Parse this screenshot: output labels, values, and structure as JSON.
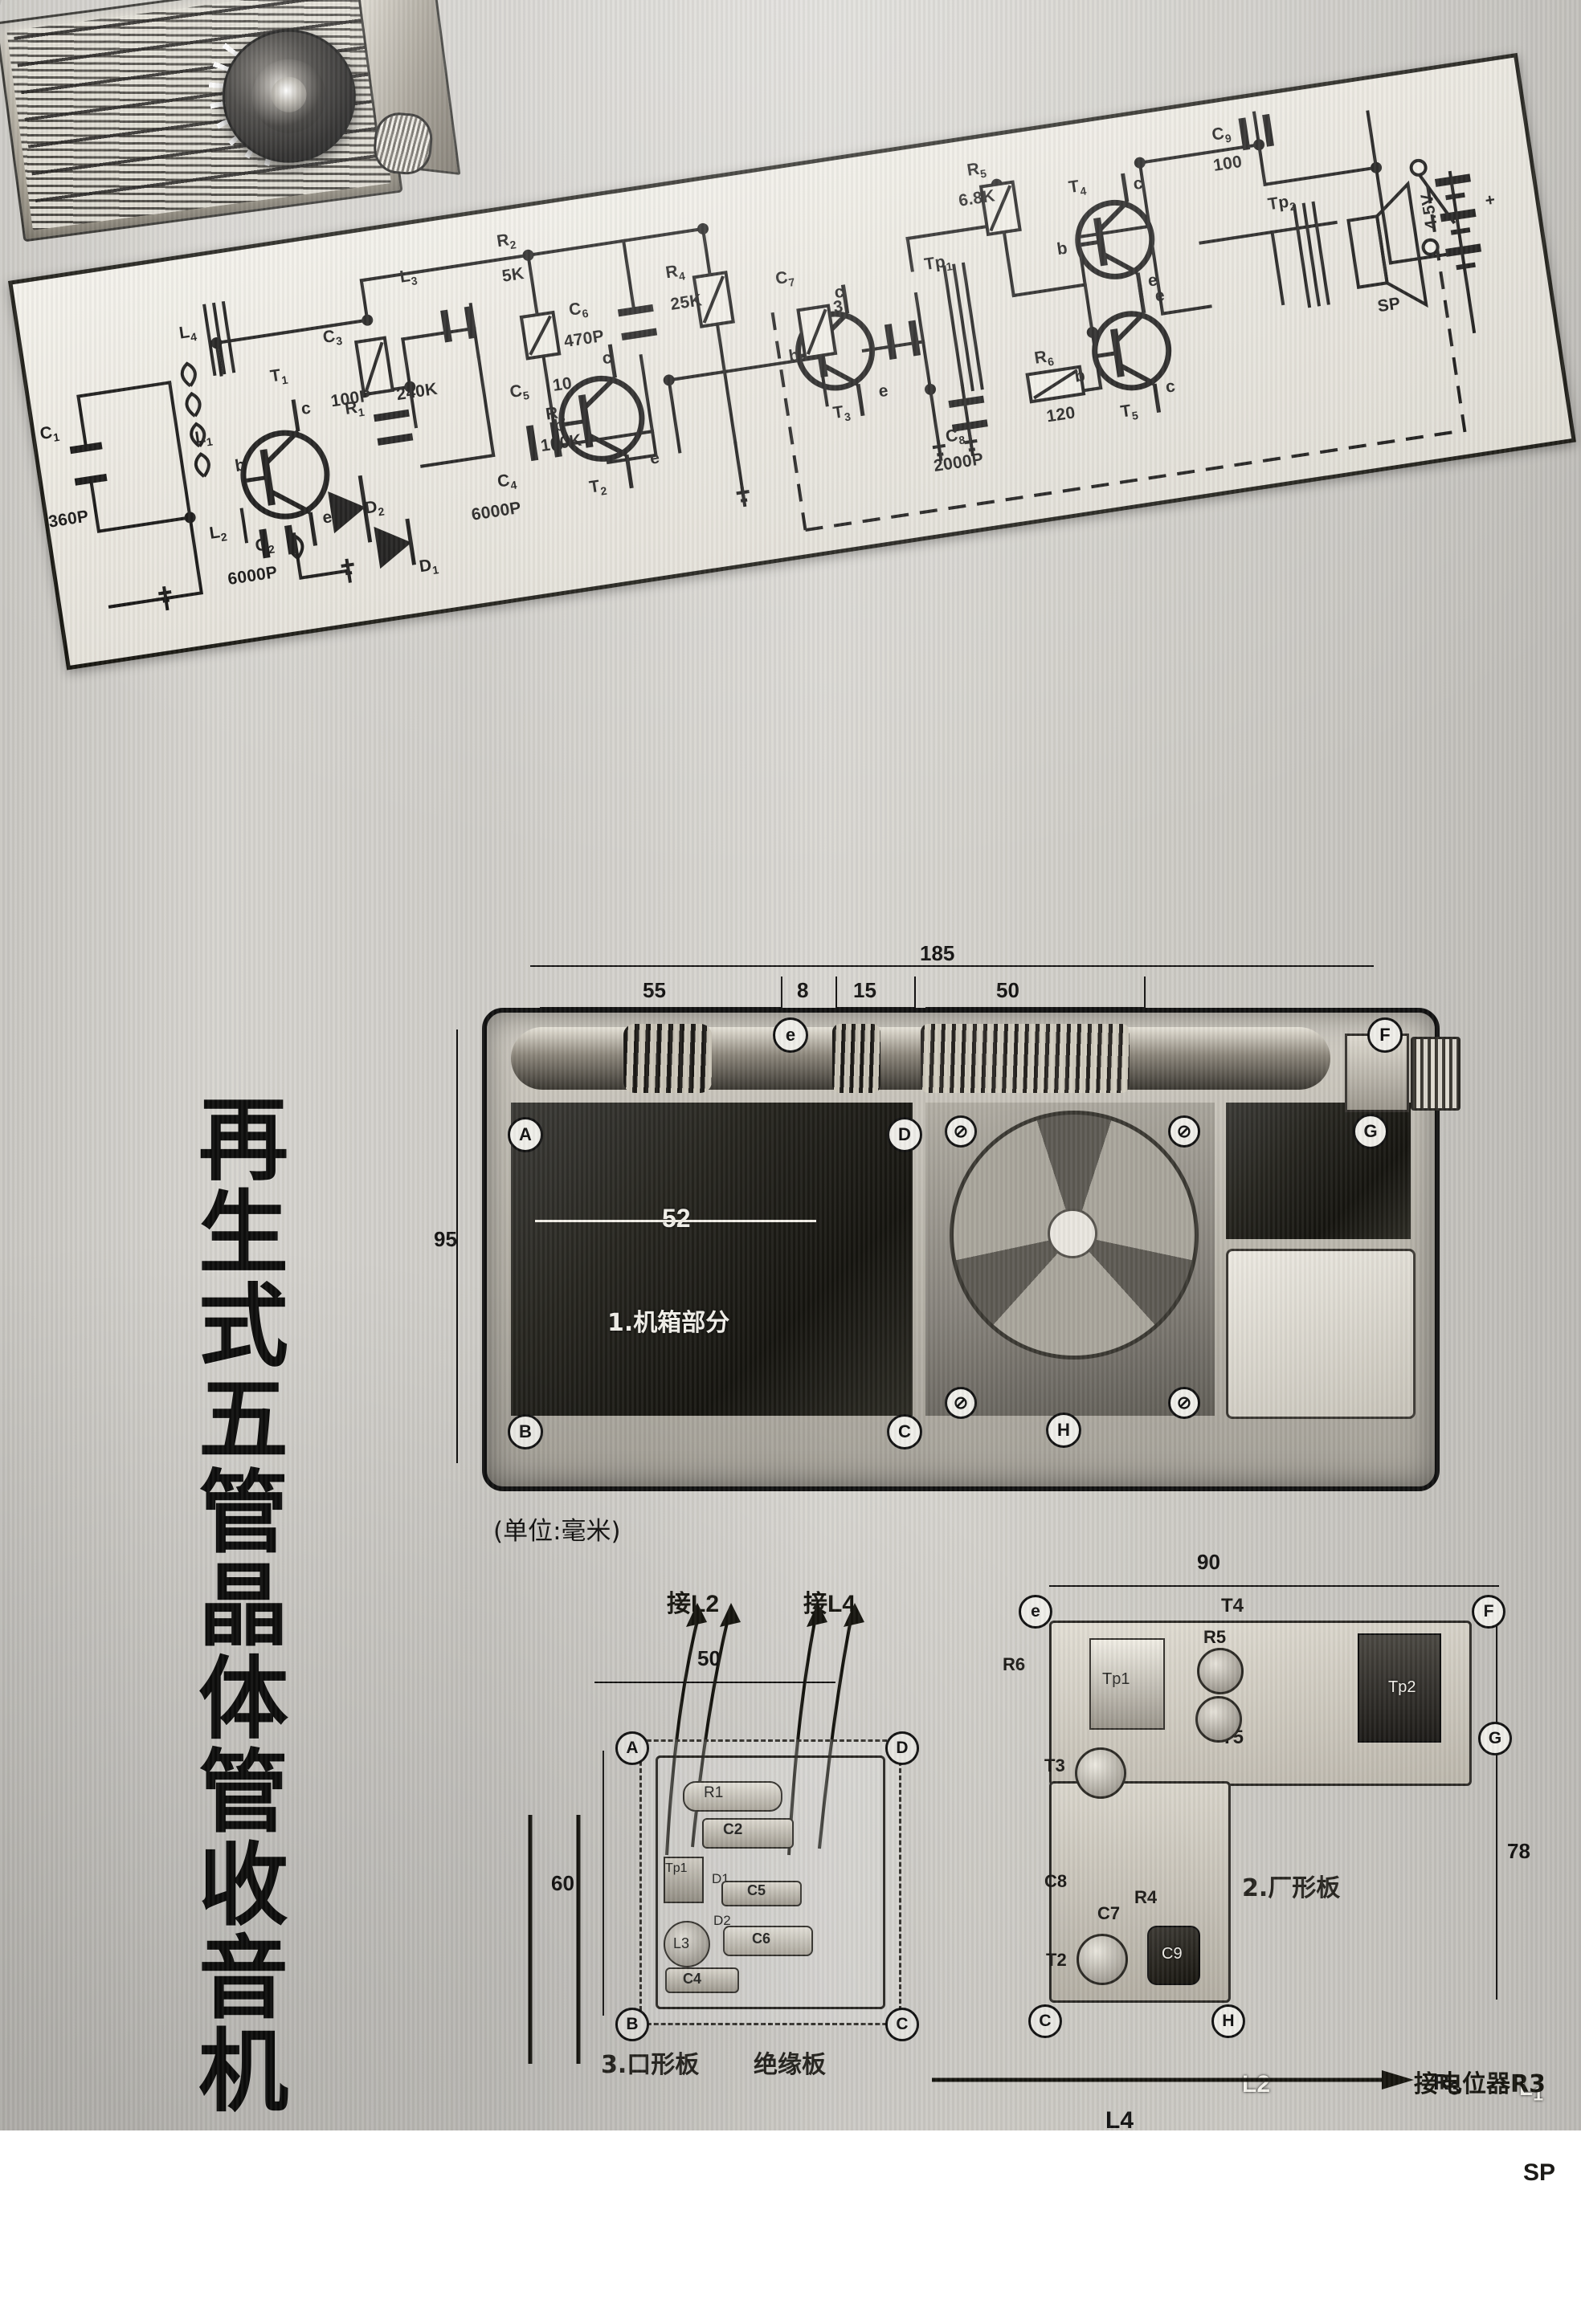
{
  "document": {
    "title_vertical": "再生式五管晶体管收音机",
    "unit_note": "(单位:毫米)"
  },
  "schematic": {
    "name": "circuit-schematic",
    "components": [
      {
        "ref": "C1",
        "value": "360P"
      },
      {
        "ref": "L1",
        "value": ""
      },
      {
        "ref": "L2",
        "value": ""
      },
      {
        "ref": "L3",
        "value": ""
      },
      {
        "ref": "L4",
        "value": ""
      },
      {
        "ref": "C2",
        "value": "6000P"
      },
      {
        "ref": "C3",
        "value": "100P"
      },
      {
        "ref": "C4",
        "value": "6000P"
      },
      {
        "ref": "C5",
        "value": "10"
      },
      {
        "ref": "C6",
        "value": "470P"
      },
      {
        "ref": "C7",
        "value": "3"
      },
      {
        "ref": "C8",
        "value": "2000P"
      },
      {
        "ref": "C9",
        "value": "100"
      },
      {
        "ref": "R1",
        "value": "240K"
      },
      {
        "ref": "R2",
        "value": "5K"
      },
      {
        "ref": "R3",
        "value": "100K"
      },
      {
        "ref": "R4",
        "value": "25K"
      },
      {
        "ref": "R5",
        "value": "6.8K"
      },
      {
        "ref": "R6",
        "value": "120"
      },
      {
        "ref": "T1",
        "value": ""
      },
      {
        "ref": "T2",
        "value": ""
      },
      {
        "ref": "T3",
        "value": ""
      },
      {
        "ref": "T4",
        "value": ""
      },
      {
        "ref": "T5",
        "value": ""
      },
      {
        "ref": "D1",
        "value": ""
      },
      {
        "ref": "D2",
        "value": ""
      },
      {
        "ref": "Tp1",
        "value": ""
      },
      {
        "ref": "Tp2",
        "value": ""
      },
      {
        "ref": "SP",
        "value": ""
      }
    ],
    "battery": "4.5V",
    "transistor_pins": [
      "b",
      "c",
      "e"
    ]
  },
  "chassis": {
    "caption": "1.机箱部分",
    "dims": {
      "overall_width": "185",
      "seg_a": "55",
      "seg_b": "8",
      "seg_c": "15",
      "seg_d": "50",
      "height": "95",
      "inner_width": "52"
    },
    "markers": [
      "A",
      "B",
      "C",
      "D",
      "e",
      "F",
      "G",
      "H"
    ],
    "parts": [
      "L2",
      "L4",
      "SP",
      "C1",
      "R3"
    ]
  },
  "boards": {
    "board_kou": {
      "caption": "3.口形板",
      "insulator_label": "绝缘板",
      "width": "50",
      "height": "60",
      "markers": [
        "A",
        "B",
        "C",
        "D"
      ],
      "parts": [
        "R1",
        "C2",
        "Tp1",
        "D1",
        "D2",
        "L3",
        "C5",
        "C4",
        "C6"
      ],
      "leads": [
        "接L2",
        "接L4"
      ]
    },
    "board_chang": {
      "caption": "2.厂形板",
      "width": "90",
      "height": "78",
      "markers": [
        "e",
        "F",
        "G",
        "H",
        "C"
      ],
      "parts": [
        "Tp1",
        "Tp2",
        "T3",
        "T4",
        "T5",
        "R5",
        "R6",
        "R4",
        "C7",
        "C8",
        "C9",
        "T2"
      ],
      "lead_note": "接电位器R3"
    }
  },
  "photo": {
    "subject": "transistor-radio-front",
    "controls": [
      "tuning-dial-knob",
      "volume-knob"
    ]
  }
}
